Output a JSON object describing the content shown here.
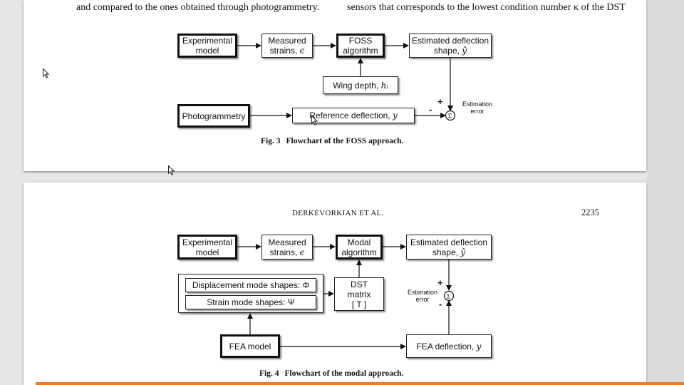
{
  "page1": {
    "text_left": "and compared to the ones obtained through photogrammetry.",
    "text_right": "sensors that corresponds to the lowest condition number κ of the DST",
    "fig3": {
      "experimental_model": "Experimental model",
      "measured_strains": "Measured strains,",
      "strain_symbol": "ϵ",
      "foss_algorithm": "FOSS algorithm",
      "estimated_deflection": "Estimated deflection shape,",
      "y_hat": "ŷ",
      "wing_depth": "Wing depth,",
      "h_i": "hᵢ",
      "photogrammetry": "Photogrammetry",
      "reference_deflection": "Reference deflection,",
      "y": "y",
      "estimation_error": "Estimation error",
      "plus": "+",
      "minus": "-",
      "sigma": "Σ",
      "caption_label": "Fig. 3",
      "caption_text": "Flowchart of the FOSS approach."
    }
  },
  "page2": {
    "header": "DERKEVORKIAN ET AL.",
    "page_number": "2235",
    "fig4": {
      "experimental_model": "Experimental model",
      "measured_strains": "Measured strains,",
      "strain_symbol": "ϵ",
      "modal_algorithm": "Modal algorithm",
      "estimated_deflection": "Estimated deflection shape,",
      "y_hat": "ŷ",
      "displacement_modes": "Displacement mode shapes:",
      "phi": "Φ",
      "strain_modes": "Strain mode shapes:",
      "psi": "Ψ",
      "dst_matrix": "DST matrix",
      "t_matrix": "[ T ]",
      "estimation_error": "Estimation error",
      "plus": "+",
      "minus": "-",
      "sigma": "Σ",
      "fea_model": "FEA model",
      "fea_deflection": "FEA deflection,",
      "y": "y",
      "caption_label": "Fig. 4",
      "caption_text": "Flowchart of the modal approach."
    }
  }
}
